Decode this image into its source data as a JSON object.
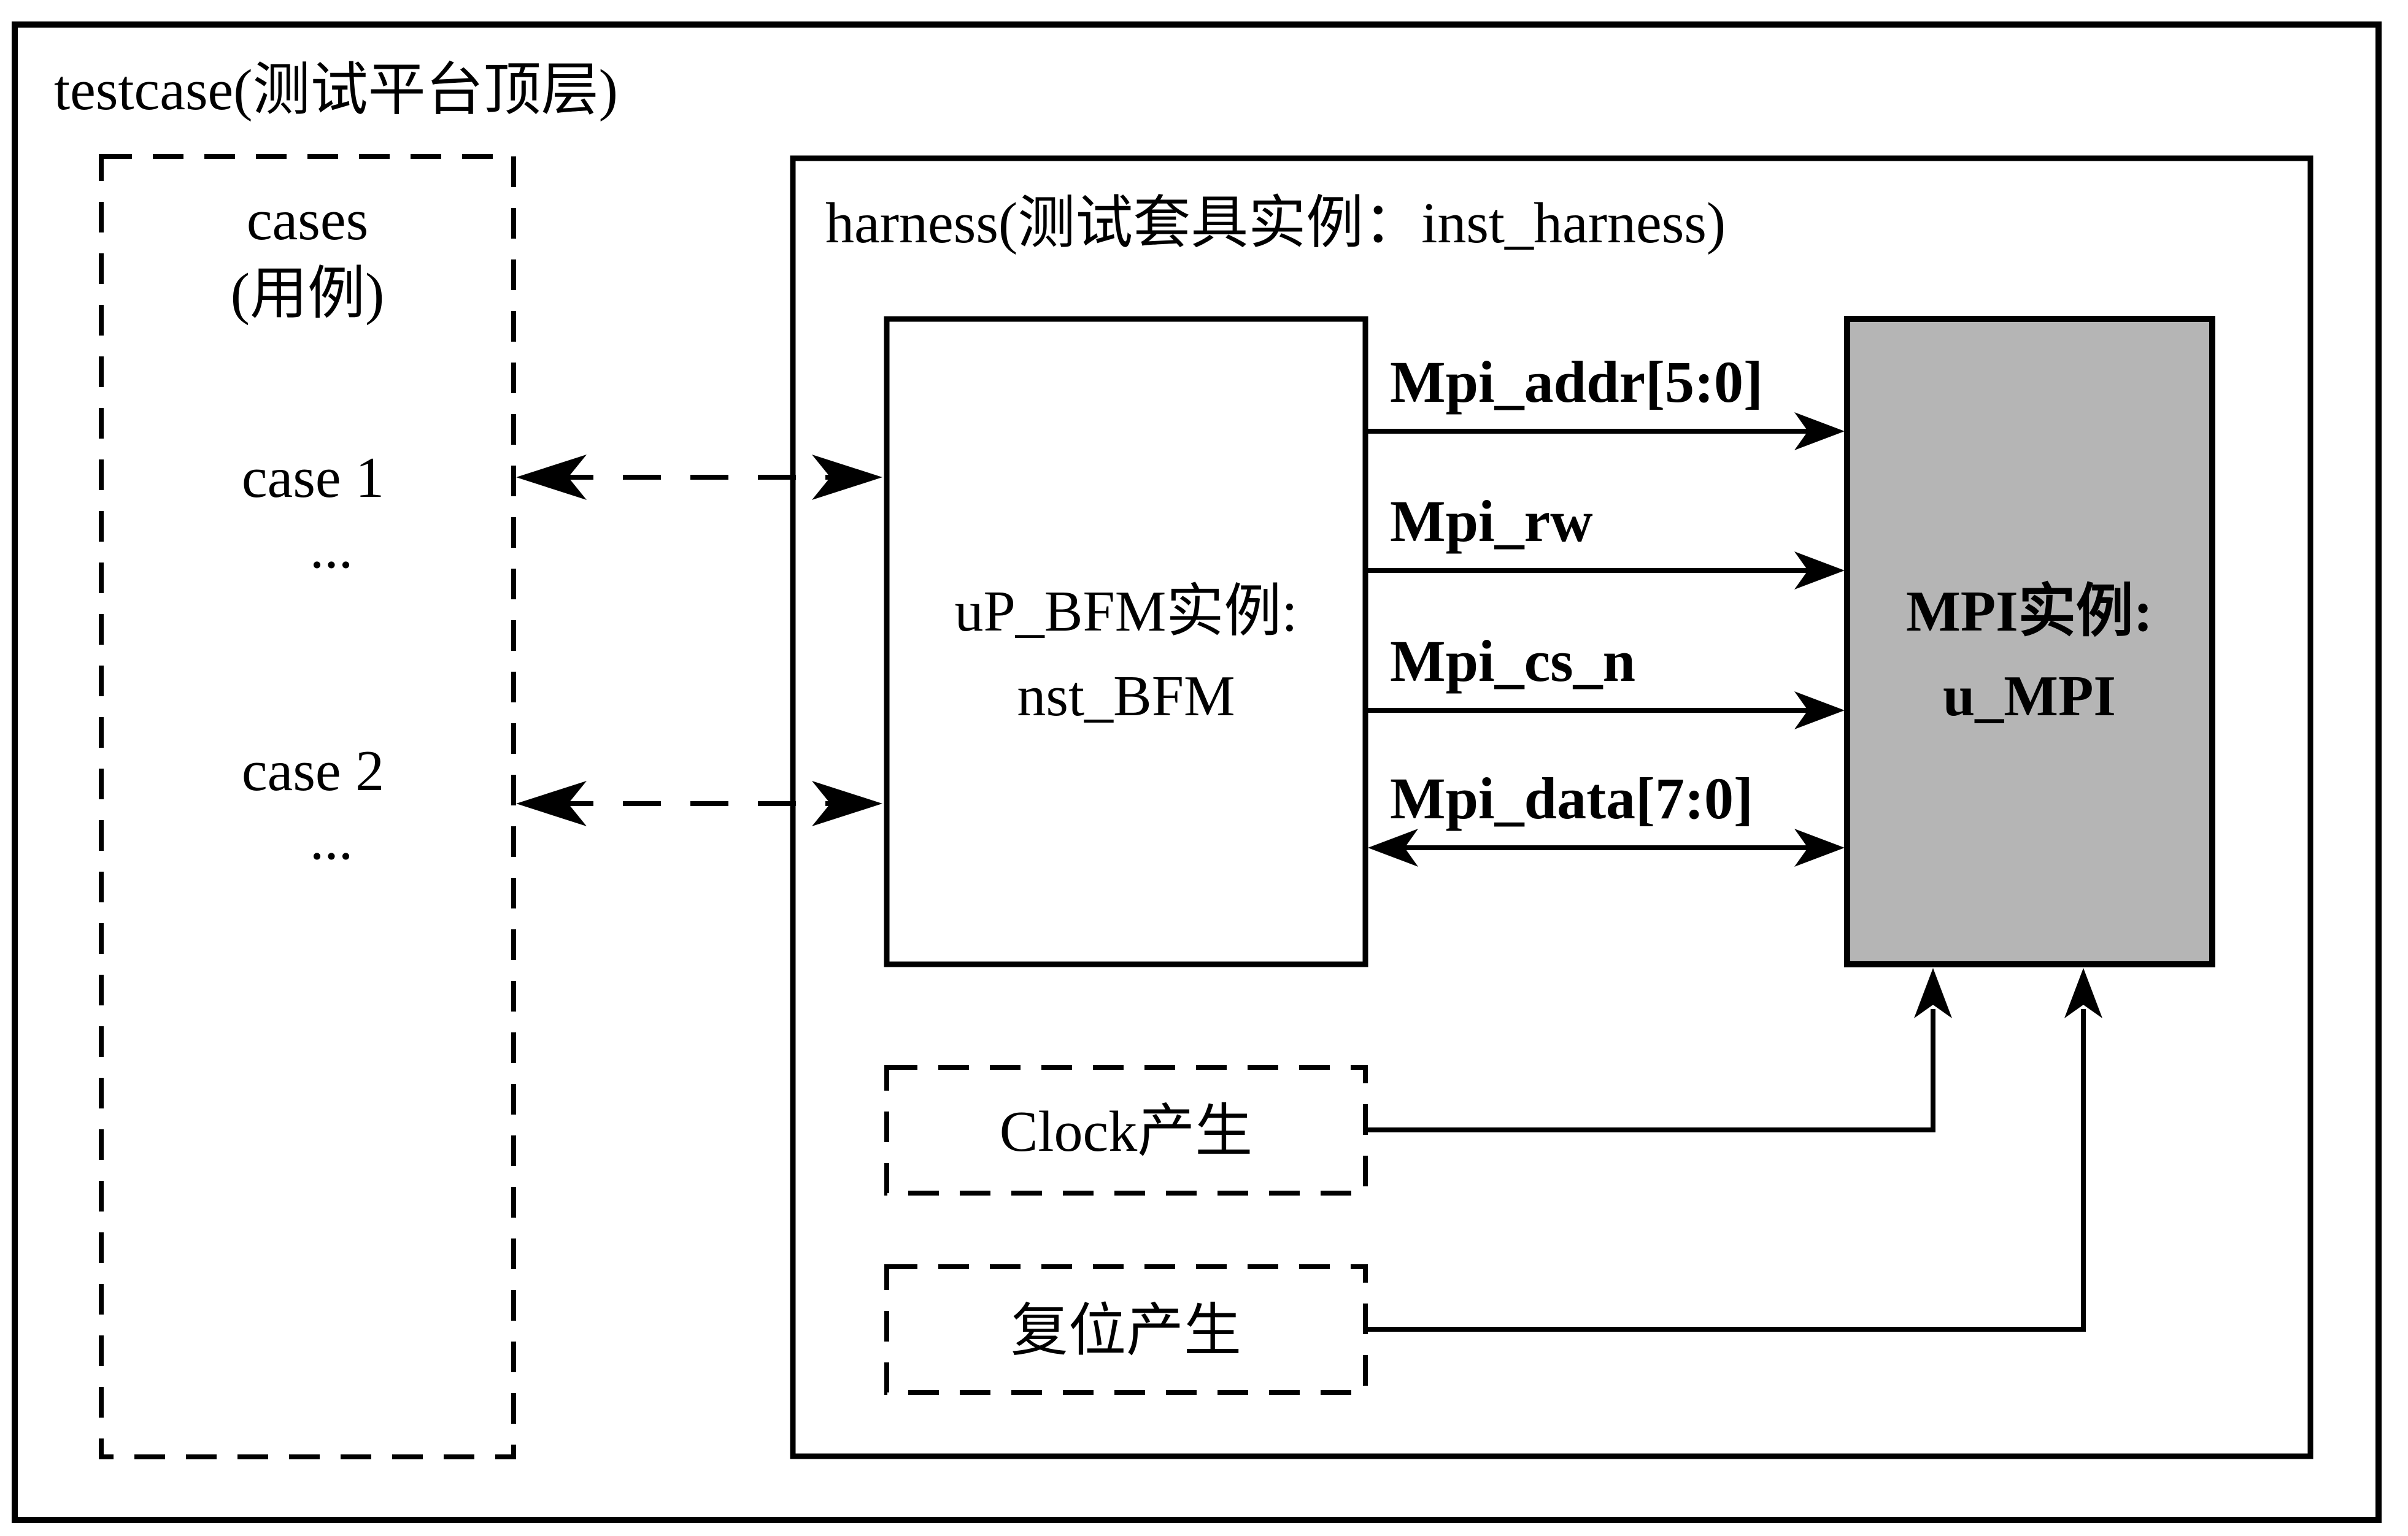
{
  "page": {
    "background": "#ffffff",
    "line_color": "#000000"
  },
  "testcase": {
    "label": "testcase(测试平台顶层)"
  },
  "cases_box": {
    "title": "cases",
    "subtitle": "(用例)",
    "case1": {
      "label": "case 1",
      "more": "..."
    },
    "case2": {
      "label": "case 2",
      "more": "..."
    }
  },
  "harness": {
    "label": "harness(测试套具实例：inst_harness)",
    "bfm": {
      "line1": "uP_BFM实例:",
      "line2": "nst_BFM"
    },
    "mpi": {
      "line1": "MPI实例:",
      "line2": "u_MPI",
      "fill": "#b5b5b5"
    },
    "signals": [
      {
        "name": "Mpi_addr[5:0]",
        "direction": "right"
      },
      {
        "name": "Mpi_rw",
        "direction": "right"
      },
      {
        "name": "Mpi_cs_n",
        "direction": "right"
      },
      {
        "name": "Mpi_data[7:0]",
        "direction": "both"
      }
    ],
    "clock_gen": {
      "label": "Clock产生"
    },
    "reset_gen": {
      "label": "复位产生"
    }
  }
}
